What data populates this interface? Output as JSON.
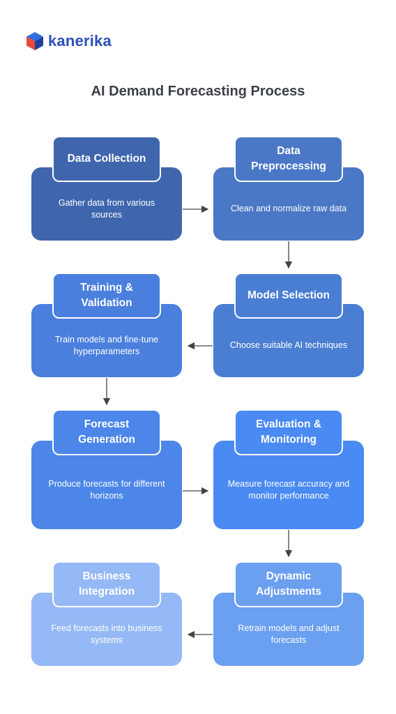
{
  "brand": {
    "name": "kanerika"
  },
  "title": "AI Demand Forecasting Process",
  "steps": [
    {
      "title": "Data Collection",
      "desc": "Gather data from various sources",
      "color": "#3f66ad"
    },
    {
      "title": "Data Preprocessing",
      "desc": "Clean and normalize raw data",
      "color": "#4a78c6"
    },
    {
      "title": "Model Selection",
      "desc": "Choose suitable AI techniques",
      "color": "#4a7ed3"
    },
    {
      "title": "Training & Validation",
      "desc": "Train models and fine-tune hyperparameters",
      "color": "#4a7fdd"
    },
    {
      "title": "Forecast Generation",
      "desc": "Produce forecasts for different horizons",
      "color": "#4c86e8"
    },
    {
      "title": "Evaluation & Monitoring",
      "desc": "Measure forecast accuracy and monitor performance",
      "color": "#4a8af3"
    },
    {
      "title": "Dynamic Adjustments",
      "desc": "Retrain models and adjust forecasts",
      "color": "#6b9ff0"
    },
    {
      "title": "Business Integration",
      "desc": "Feed forecasts into business systems",
      "color": "#95b9f6"
    }
  ]
}
